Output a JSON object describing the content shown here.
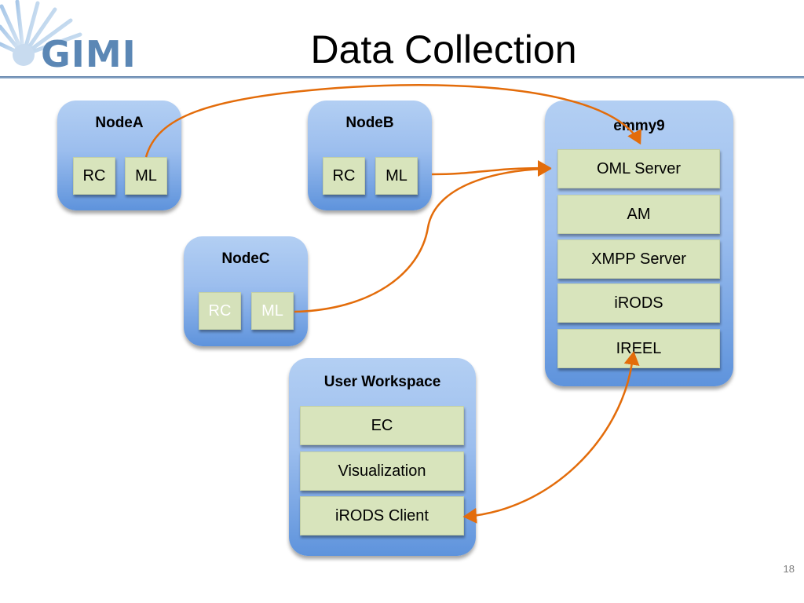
{
  "logo": {
    "text": "GIMI"
  },
  "title": "Data Collection",
  "nodes": {
    "nodeA": {
      "title": "NodeA",
      "rc": "RC",
      "ml": "ML"
    },
    "nodeB": {
      "title": "NodeB",
      "rc": "RC",
      "ml": "ML"
    },
    "nodeC": {
      "title": "NodeC",
      "rc": "RC",
      "ml": "ML"
    }
  },
  "emmy9": {
    "title": "emmy9",
    "services": [
      "OML Server",
      "AM",
      "XMPP Server",
      "iRODS",
      "IREEL"
    ]
  },
  "workspace": {
    "title": "User Workspace",
    "items": [
      "EC",
      "Visualization",
      "iRODS Client"
    ]
  },
  "page_number": "18",
  "colors": {
    "arrow": "#e36c0a",
    "chip": "#d8e4bc",
    "node_top": "#b3cff3",
    "node_bottom": "#5e93dc",
    "logo": "#5b87b5"
  }
}
